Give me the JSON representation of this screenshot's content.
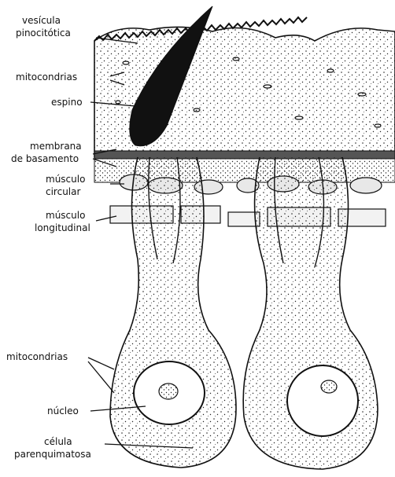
{
  "figure": {
    "labels": {
      "vesicle_1": "vesícula",
      "vesicle_2": "pinocitótica",
      "mito_top": "mitocondrias",
      "spine": "espino",
      "basement_1": "membrana",
      "basement_2": "de basamento",
      "circular_1": "músculo",
      "circular_2": "circular",
      "longitudinal_1": "músculo",
      "longitudinal_2": "longitudinal",
      "mito_bottom": "mitocondrias",
      "nucleus": "núcleo",
      "parenchyma_1": "célula",
      "parenchyma_2": "parenquimatosa"
    },
    "colors": {
      "ink": "#111111",
      "paper": "#ffffff",
      "muscle_fill": "#e8e8e8"
    }
  }
}
